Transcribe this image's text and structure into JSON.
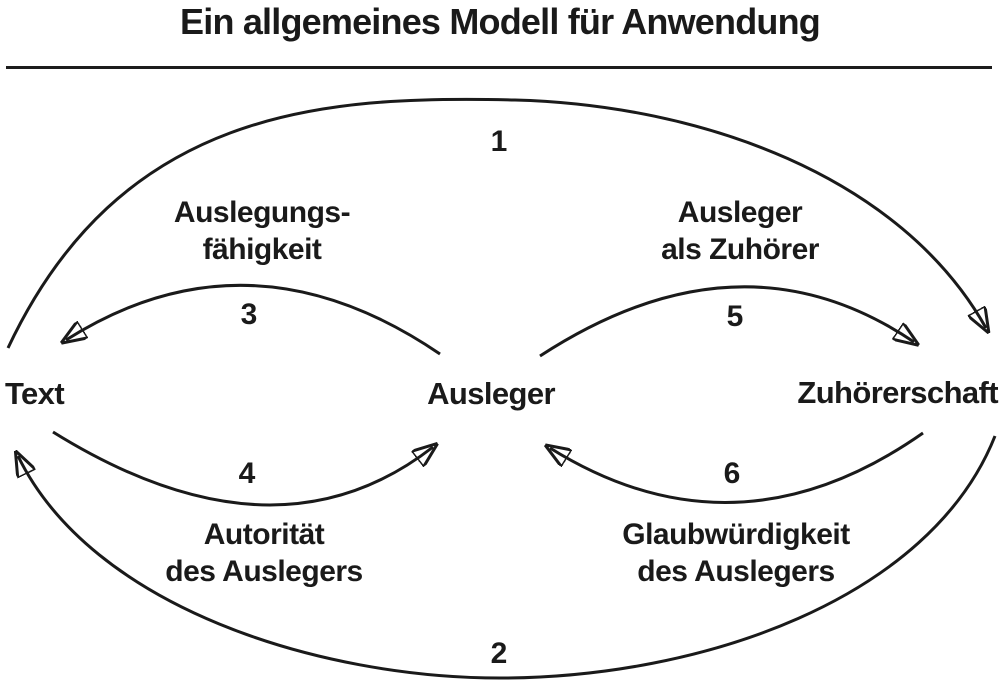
{
  "diagram": {
    "title": "Ein allgemeines Modell für Anwendung",
    "background_color": "#ffffff",
    "ink_color": "#1a1a1a",
    "nodes": [
      {
        "id": "text",
        "label": "Text"
      },
      {
        "id": "ausleger",
        "label": "Ausleger"
      },
      {
        "id": "zuhoererschaft",
        "label": "Zuhörerschaft"
      }
    ],
    "edges": [
      {
        "number": "1",
        "from": "Text",
        "to": "Zuhörerschaft"
      },
      {
        "number": "2",
        "from": "Zuhörerschaft",
        "to": "Text"
      },
      {
        "number": "3",
        "from": "Ausleger",
        "to": "Text",
        "label_line1": "Auslegungs-",
        "label_line2": "fähigkeit"
      },
      {
        "number": "4",
        "from": "Text",
        "to": "Ausleger",
        "label_line1": "Autorität",
        "label_line2": "des Auslegers"
      },
      {
        "number": "5",
        "from": "Ausleger",
        "to": "Zuhörerschaft",
        "label_line1": "Ausleger",
        "label_line2": "als Zuhörer"
      },
      {
        "number": "6",
        "from": "Zuhörerschaft",
        "to": "Ausleger",
        "label_line1": "Glaubwürdigkeit",
        "label_line2": "des Auslegers"
      }
    ]
  }
}
